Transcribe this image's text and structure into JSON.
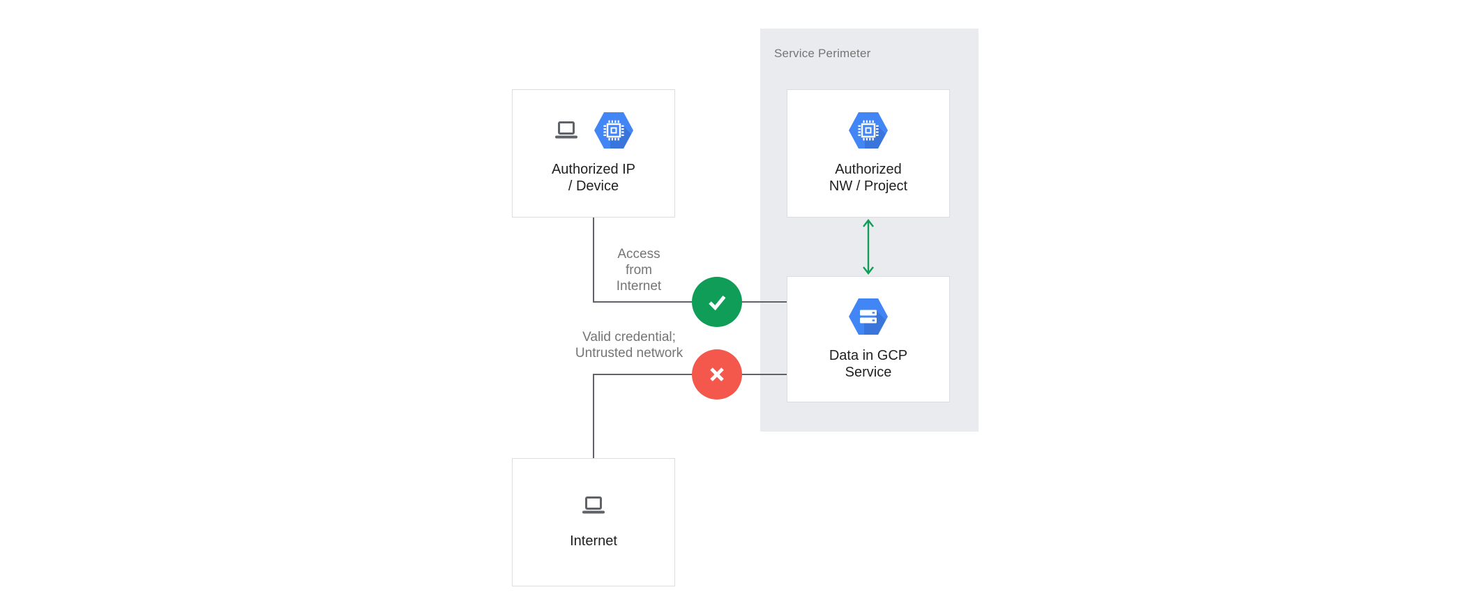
{
  "colors": {
    "background": "#ffffff",
    "perimeter_bg": "#e9ebee",
    "box_bg": "#ffffff",
    "box_border": "#dadce0",
    "connector": "#5f6368",
    "green": "#0f9d58",
    "red": "#f4584c",
    "gcp_blue": "#4285f4",
    "label_dark": "#212121",
    "label_gray": "#757575"
  },
  "perimeter": {
    "title": "Service Perimeter"
  },
  "nodes": {
    "authorized_ip": {
      "line1": "Authorized IP",
      "line2": "/ Device"
    },
    "authorized_nw": {
      "line1": "Authorized",
      "line2": "NW / Project"
    },
    "data_gcp": {
      "line1": "Data in GCP",
      "line2": "Service"
    },
    "internet": {
      "line1": "Internet"
    }
  },
  "edge_labels": {
    "access": {
      "line1": "Access",
      "line2": "from",
      "line3": "Internet"
    },
    "untrusted": {
      "line1": "Valid credential;",
      "line2": "Untrusted network"
    }
  },
  "icons": {
    "laptop": "laptop-icon",
    "compute_hexagon": "gcp-compute-hexagon-icon",
    "storage_hexagon": "gcp-storage-hexagon-icon",
    "check": "check-icon",
    "cross": "cross-icon",
    "double_arrow": "bidirectional-arrow-icon"
  }
}
